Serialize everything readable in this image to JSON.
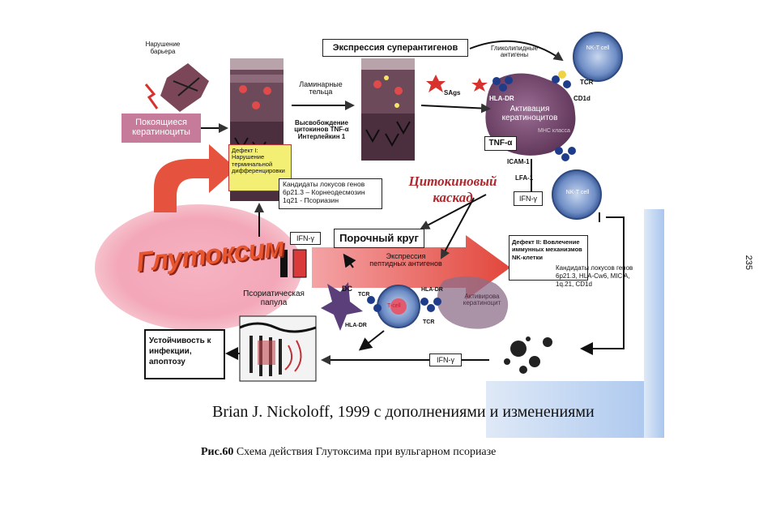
{
  "page_number": "235",
  "diagram": {
    "barrier_label": "Нарушение барьера",
    "resting_keratinocytes": "Покоящиеся кератиноциты",
    "superantigen_expression": "Экспрессия суперантигенов",
    "glycolipid_antigens": "Гликолипидные антигены",
    "nkt_cell": "NK-T cell",
    "tcr": "TCR",
    "cd1d": "CD1d",
    "lamellar_bodies": "Ламинарные тельца",
    "cytokine_release": "Высвобождение цитокинов TNF-α Интерлейкин 1",
    "sags": "SAgs",
    "hla_dr": "HLA-DR",
    "keratinocyte_activation": "Активация кератиноцитов",
    "mhc_class": "МНС класса",
    "defect1": "Дефект I: Нарушение терминальной дифференцировки",
    "tnf_alpha": "TNF-α",
    "icam1": "ICAM-1",
    "lfa1": "LFA-1",
    "gene_candidates_1": "Кандидаты локусов генов 6p21.3 – Корнеодесмозин 1q21 - Псориазин",
    "cytokine_cascade": "Цитокиновый каскад",
    "ifn_gamma": "IFN-γ",
    "nkt_cell_lower": "NK-T cell",
    "vicious_circle": "Порочный круг",
    "glutoxim": "Глутоксим",
    "defect2": "Дефект II: Вовлечение иммунных механизмов NK-клетки",
    "gene_candidates_2": "Кандидаты локусов генов 6p21.3, HLA-Cw6, MIC A, 1q.21, CD1d",
    "peptide_antigen_expression": "Экспрессия пептидных антигенов",
    "psoriatic_papule": "Псориатическая папула",
    "dc": "DC",
    "tcell": "T-cell",
    "activated_keratinocyte": "Активирова кератиноцит",
    "resistance": "Устойчивость к инфекции, апоптозу"
  },
  "citation": "Brian J. Nickoloff, 1999 с дополнениями и изменениями",
  "caption": {
    "number": "Рис.60",
    "text": "Схема действия Глутоксима при вульгарном псориазе"
  }
}
